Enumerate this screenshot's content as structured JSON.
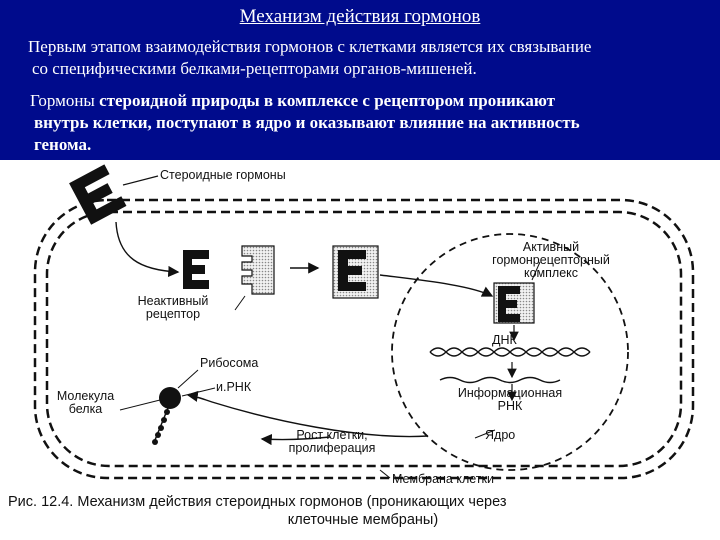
{
  "slide": {
    "title": "Механизм действия гормонов",
    "paragraph1_line1": "Первым этапом взаимодействия гормонов с клетками является их связывание",
    "paragraph1_line2": "со специфическими белками-рецепторами органов-мишеней.",
    "paragraph2_lead": "Гормоны",
    "paragraph2_line1_rest": "стероидной природы в комплексе с рецептором проникают",
    "paragraph2_line2": "внутрь клетки, поступают в ядро и оказывают влияние на активность",
    "paragraph2_line3": "генома."
  },
  "figure": {
    "labels": {
      "steroid_hormones": "Стероидные гормоны",
      "active_complex_1": "Активный",
      "active_complex_2": "гормонрецепторный",
      "active_complex_3": "комплекс",
      "inactive_receptor_1": "Неактивный",
      "inactive_receptor_2": "рецептор",
      "dna": "ДНК",
      "ribosome": "Рибосома",
      "mrna": "и.РНК",
      "protein_molecule_1": "Молекула",
      "protein_molecule_2": "белка",
      "informational_rna_1": "Информационная",
      "informational_rna_2": "РНК",
      "cell_growth_1": "Рост клетки,",
      "cell_growth_2": "пролиферация",
      "nucleus": "Ядро",
      "cell_membrane": "Мембрана клетки"
    },
    "caption_line1": "Рис. 12.4. Механизм действия стероидных гормонов (проникающих через",
    "caption_line2": "клеточные мембраны)"
  },
  "colors": {
    "slide_background": "#000b8c",
    "slide_text": "#ffffff",
    "diagram_ink": "#111111"
  }
}
